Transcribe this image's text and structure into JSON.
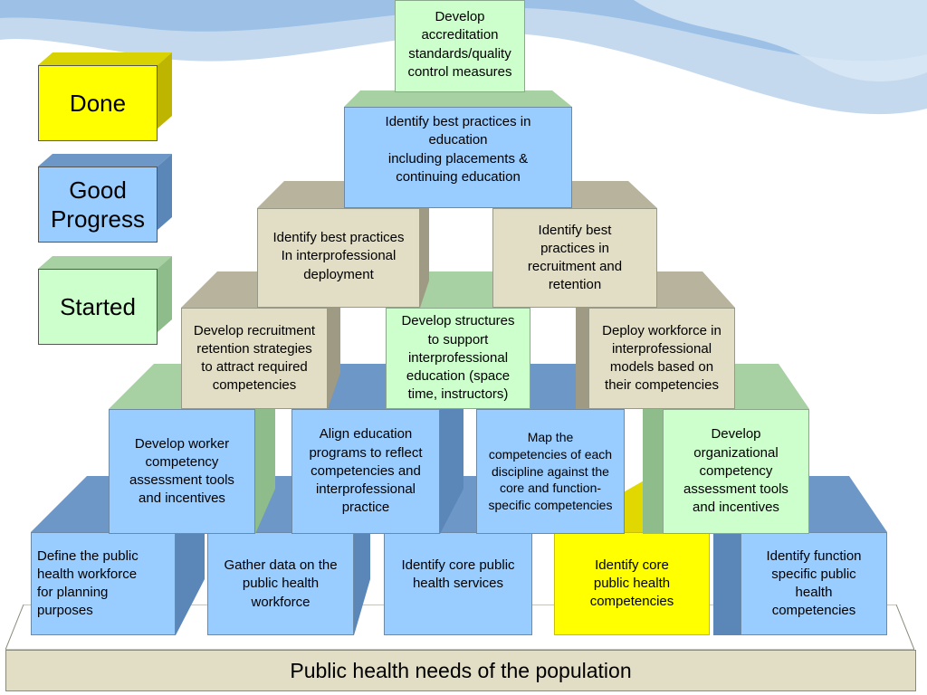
{
  "legend": {
    "done": "Done",
    "good_progress": "Good\nProgress",
    "started": "Started"
  },
  "base_label": "Public health needs of the population",
  "colors": {
    "done": "#ffff00",
    "good_progress": "#99ccff",
    "started": "#ccffcc",
    "neutral": "#e2ddc5"
  },
  "blocks": {
    "accreditation": "Develop\naccreditation\nstandards/quality\ncontrol measures",
    "best_practices_education": "Identify best practices in\neducation\nincluding placements &\ncontinuing education",
    "best_practices_interprofessional": "Identify best practices\nIn interprofessional\ndeployment",
    "best_practices_recruitment": "Identify best\npractices in\nrecruitment and\nretention",
    "recruitment_strategies": "Develop recruitment\nretention strategies\nto attract required\ncompetencies",
    "structures_ipe": "Develop structures\nto support\ninterprofessional\neducation  (space\ntime, instructors)",
    "deploy_workforce": "Deploy workforce in\ninterprofessional\nmodels based on\ntheir competencies",
    "worker_assessment": "Develop worker\ncompetency\nassessment tools\nand incentives",
    "align_education": "Align education\nprograms to reflect\ncompetencies and\ninterprofessional\npractice",
    "map_competencies": "Map the\ncompetencies of each\ndiscipline against the\ncore and function-\nspecific competencies",
    "org_assessment": "Develop\norganizational\ncompetency\nassessment tools\nand incentives",
    "define_workforce": "Define the public\nhealth workforce\nfor planning\npurposes",
    "gather_data": "Gather data on the\npublic health\nworkforce",
    "core_services": "Identify core public\nhealth services",
    "core_competencies": "Identify core\npublic health\ncompetencies",
    "function_competencies": "Identify function\nspecific public\nhealth\ncompetencies"
  }
}
